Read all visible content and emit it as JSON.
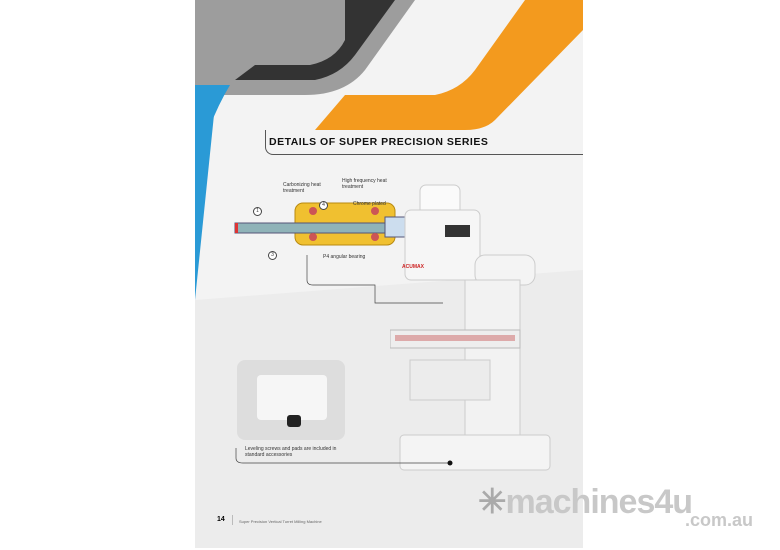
{
  "heading": "DETAILS OF SUPER PRECISION SERIES",
  "spindle_labels": {
    "carbonizing": "Carbonizing heat treatment",
    "high_freq": "High frequency heat treatment",
    "chrome": "Chrome plated",
    "bearing": "P4 angular bearing",
    "n1": "1",
    "n3": "3",
    "n4": "4"
  },
  "machine_brand": "ACUMAX",
  "inset_caption": "Leveling screws and pads are included in standard accessories",
  "footer": {
    "page_number": "14",
    "text": "Super Precision Vertical Turret Milling Machine"
  },
  "watermark": {
    "brand": "machines4u",
    "domain": ".com.au"
  },
  "colors": {
    "orange": "#f39a1e",
    "blue": "#2a9ad6",
    "dark": "#222222"
  }
}
